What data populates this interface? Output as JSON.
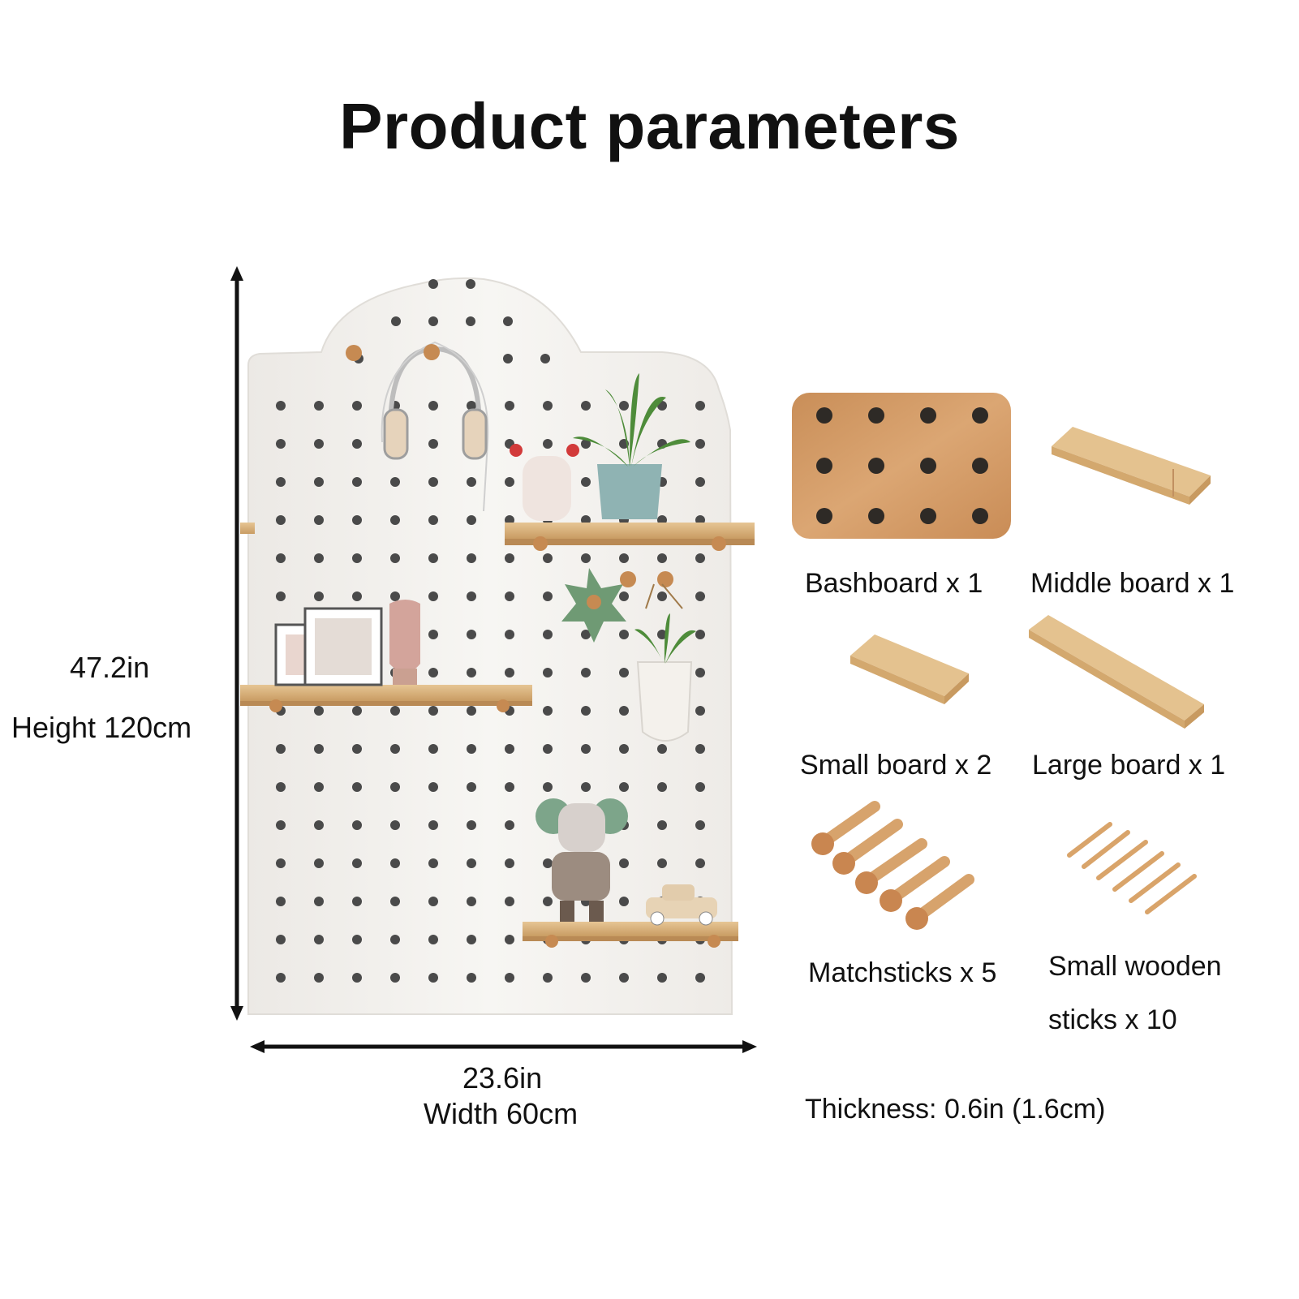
{
  "title": "Product parameters",
  "height": {
    "imperial": "47.2in",
    "metric": "Height 120cm"
  },
  "width": {
    "imperial": "23.6in",
    "metric": "Width 60cm"
  },
  "parts": [
    {
      "label": "Bashboard x 1"
    },
    {
      "label": "Middle board x 1"
    },
    {
      "label": "Small board x 2"
    },
    {
      "label": "Large board x 1"
    },
    {
      "label": "Matchsticks x 5"
    },
    {
      "label_line1": "Small wooden",
      "label_line2": "sticks x 10"
    }
  ],
  "thickness": "Thickness: 0.6in (1.6cm)",
  "colors": {
    "wood": "#d9b07a",
    "wood_dark": "#c48a52",
    "board": "#f4f2ef",
    "hole": "#4a4a4a",
    "plant": "#4e8c3a",
    "pot": "#8fb3b3"
  }
}
